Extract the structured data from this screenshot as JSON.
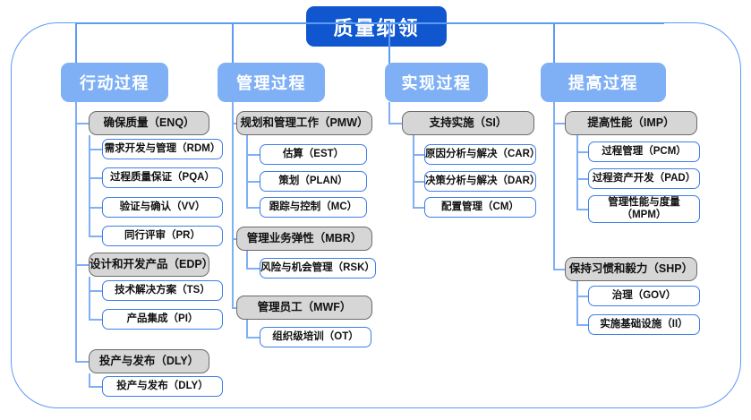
{
  "diagram": {
    "root": {
      "label": "质量纲领"
    },
    "columns": [
      {
        "header": "行动过程",
        "groups": [
          {
            "label": "确保质量（ENQ）",
            "children": [
              "需求开发与管理（RDM）",
              "过程质量保证（PQA）",
              "验证与确认（VV）",
              "同行评审（PR）"
            ]
          },
          {
            "label": "设计和开发产品（EDP）",
            "children": [
              "技术解决方案（TS）",
              "产品集成（PI）"
            ]
          },
          {
            "label": "投产与发布（DLY）",
            "children": [
              "投产与发布（DLY）"
            ]
          }
        ]
      },
      {
        "header": "管理过程",
        "groups": [
          {
            "label": "规划和管理工作（PMW）",
            "children": [
              "估算（EST）",
              "策划（PLAN）",
              "跟踪与控制（MC）"
            ]
          },
          {
            "label": "管理业务弹性（MBR）",
            "children": [
              "风险与机会管理（RSK）"
            ]
          },
          {
            "label": "管理员工（MWF）",
            "children": [
              "组织级培训（OT）"
            ]
          }
        ]
      },
      {
        "header": "实现过程",
        "groups": [
          {
            "label": "支持实施（SI）",
            "children": [
              "原因分析与解决（CAR）",
              "决策分析与解决（DAR）",
              "配置管理（CM）"
            ]
          }
        ]
      },
      {
        "header": "提高过程",
        "groups": [
          {
            "label": "提高性能（IMP）",
            "children": [
              "过程管理（PCM）",
              "过程资产开发（PAD）",
              "管理性能与度量（MPM）"
            ]
          },
          {
            "label": "保持习惯和毅力（SHP）",
            "children": [
              "治理（GOV）",
              "实施基础设施（II）"
            ]
          }
        ]
      }
    ]
  },
  "colors": {
    "root_fill": "#0f56cf",
    "header_fill": "#7fb0f5",
    "level2_fill": "#d6d6d6",
    "level2_border": "#6b6b6b",
    "level3_border": "#3d7ee8",
    "connector": "#7fb0f5",
    "frame_border": "#5b9bf5"
  }
}
